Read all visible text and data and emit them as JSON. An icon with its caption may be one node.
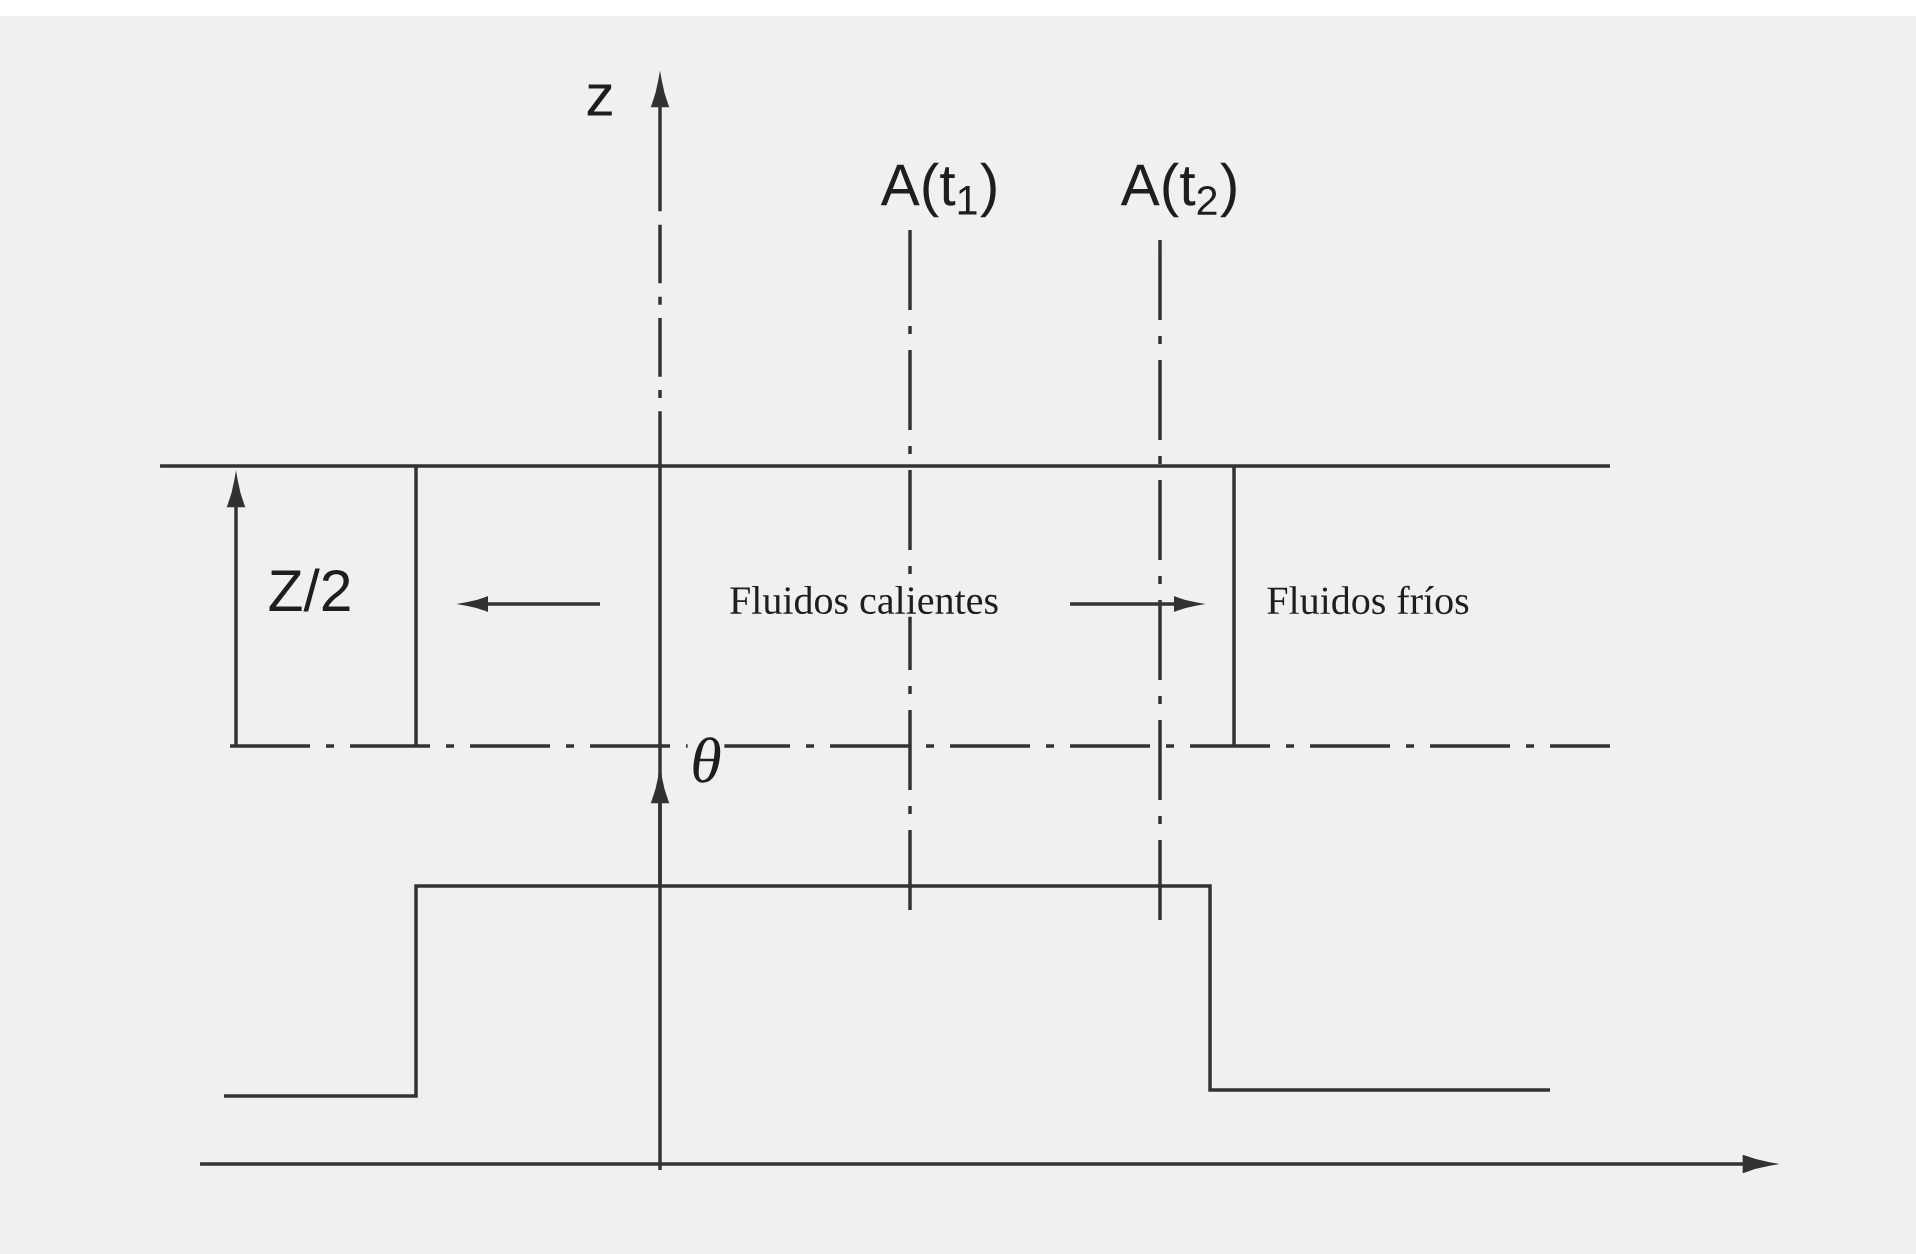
{
  "diagram": {
    "labels": [
      "z",
      "A(t$_{1}$)",
      "A(t$_{2}$)",
      "Z/2",
      "Fluidos calientes",
      "Fluidos fríos",
      "θ"
    ]
  }
}
